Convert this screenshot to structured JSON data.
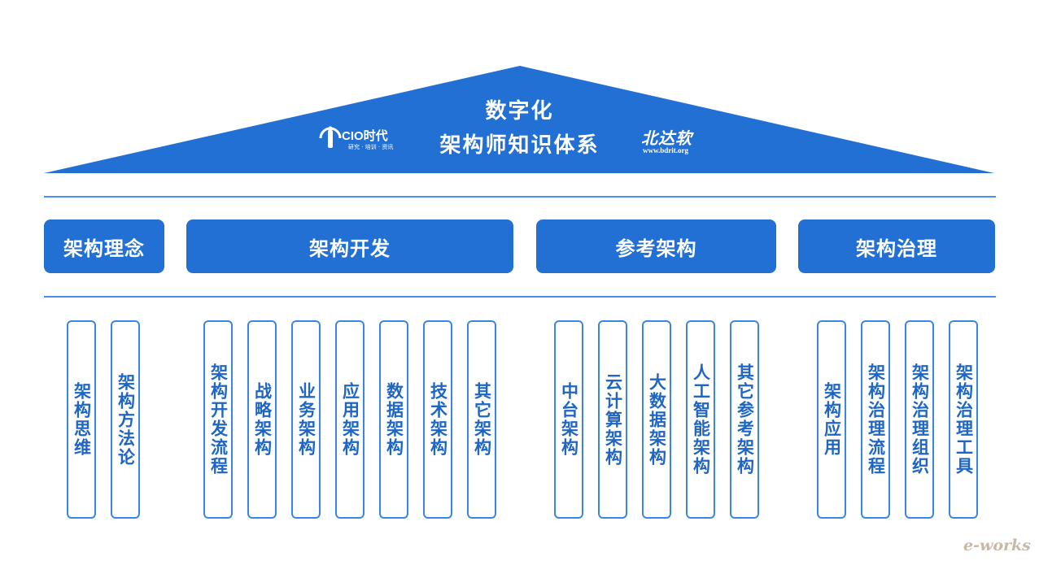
{
  "header": {
    "title_line1": "数字化",
    "title_line2": "架构师知识体系",
    "logo_left": {
      "name": "CIO时代",
      "tagline": "研究 · 培训 · 资讯"
    },
    "logo_right": {
      "script": "北达软",
      "url": "www.bdrit.org"
    }
  },
  "categories": [
    {
      "label": "架构理念",
      "items": [
        "架构思维",
        "架构方法论"
      ]
    },
    {
      "label": "架构开发",
      "items": [
        "架构开发流程",
        "战略架构",
        "业务架构",
        "应用架构",
        "数据架构",
        "技术架构",
        "其它架构"
      ]
    },
    {
      "label": "参考架构",
      "items": [
        "中台架构",
        "云计算架构",
        "大数据架构",
        "人工智能架构",
        "其它参考架构"
      ]
    },
    {
      "label": "架构治理",
      "items": [
        "架构应用",
        "架构治理流程",
        "架构治理组织",
        "架构治理工具"
      ]
    }
  ],
  "watermark": "e-works",
  "colors": {
    "primary": "#2370d4",
    "pillar_border": "#3a86e6",
    "pillar_text": "#1f66c4",
    "rule": "#4a8ee8"
  }
}
